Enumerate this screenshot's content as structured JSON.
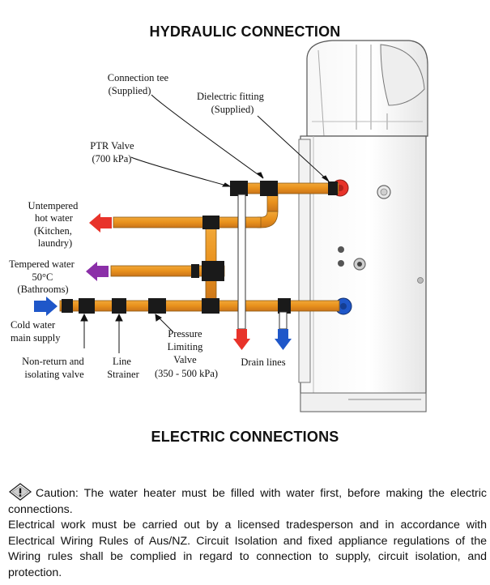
{
  "hydraulic": {
    "title": "HYDRAULIC CONNECTION",
    "labels": {
      "connection_tee": [
        "Connection tee",
        "(Supplied)"
      ],
      "dielectric_fitting": [
        "Dielectric fitting",
        "(Supplied)"
      ],
      "ptr_valve": [
        "PTR Valve",
        "(700 kPa)"
      ],
      "untempered": [
        "Untempered",
        "hot water",
        "(Kitchen,",
        "laundry)"
      ],
      "tempered": [
        "Tempered water",
        "50°C",
        "(Bathrooms)"
      ],
      "cold_water": [
        "Cold water",
        "main supply"
      ],
      "non_return": [
        "Non-return and",
        "isolating valve"
      ],
      "line_strainer": [
        "Line",
        "Strainer"
      ],
      "pressure_limiting": [
        "Pressure",
        "Limiting",
        "Valve",
        "(350 - 500 kPa)"
      ],
      "drain_lines": [
        "Drain lines"
      ]
    },
    "colors": {
      "pipe": "#e8901c",
      "hot_arrow": "#e8332a",
      "tempered_arrow": "#8b2fa8",
      "cold_arrow": "#1f57c9",
      "drain_red": "#e8332a",
      "drain_blue": "#1f57c9"
    }
  },
  "electric": {
    "title": "ELECTRIC CONNECTIONS",
    "caution_icon": "warning-diamond-icon",
    "caution_text": "Caution: The water heater must be filled with water first, before making the electric connections.",
    "body_text": "Electrical work must be carried out by a licensed tradesperson and in accordance with Electrical Wiring Rules of Aus/NZ. Circuit Isolation and fixed appliance regulations of the Wiring rules shall be complied in regard to connection to supply, circuit isolation, and protection."
  }
}
